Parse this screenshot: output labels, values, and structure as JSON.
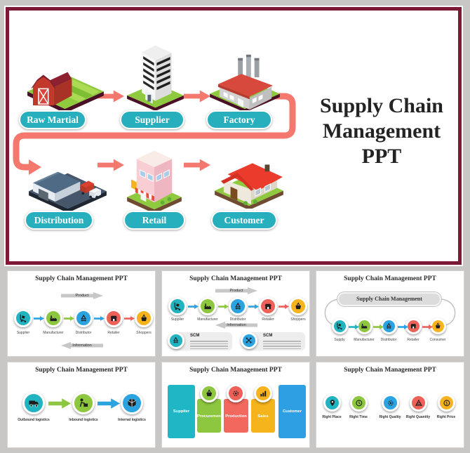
{
  "main": {
    "title_lines": [
      "Supply Chain",
      "Management",
      "PPT"
    ],
    "nodes": [
      {
        "label": "Raw Martial"
      },
      {
        "label": "Supplier"
      },
      {
        "label": "Factory"
      },
      {
        "label": "Distribution"
      },
      {
        "label": "Retail"
      },
      {
        "label": "Customer"
      }
    ]
  },
  "thumbnails": {
    "t1": {
      "title": "Supply Chain Management PPT",
      "product_arrow": "Product",
      "information_arrow": "Information",
      "steps": [
        {
          "label": "Supplier"
        },
        {
          "label": "Manufacturer"
        },
        {
          "label": "Distributor"
        },
        {
          "label": "Retailer"
        },
        {
          "label": "Shoppers"
        }
      ]
    },
    "t2": {
      "title": "Supply Chain Management PPT",
      "product_arrow": "Product",
      "information_arrow": "Information",
      "steps": [
        {
          "label": "Supplier"
        },
        {
          "label": "Manufacturer"
        },
        {
          "label": "Distributor"
        },
        {
          "label": "Retailer"
        },
        {
          "label": "Shoppers"
        }
      ],
      "cards": [
        {
          "title": "SCM"
        },
        {
          "title": "SCM"
        }
      ]
    },
    "t3": {
      "title": "Supply Chain Management PPT",
      "header": "Supply Chain Management",
      "steps": [
        {
          "label": "Supply"
        },
        {
          "label": "Manufacturer"
        },
        {
          "label": "Distributor"
        },
        {
          "label": "Retailer"
        },
        {
          "label": "Consumer"
        }
      ]
    },
    "t4": {
      "title": "Supply Chain Management PPT",
      "steps": [
        {
          "label": "Outbound logistics"
        },
        {
          "label": "Inbound logistics"
        },
        {
          "label": "Internal logistics"
        }
      ]
    },
    "t5": {
      "title": "Supply Chain Management PPT",
      "columns": [
        {
          "label": "Supplier"
        },
        {
          "label": "Procurement"
        },
        {
          "label": "Production"
        },
        {
          "label": "Sales"
        },
        {
          "label": "Customer"
        }
      ]
    },
    "t6": {
      "title": "Supply Chain Management PPT",
      "items": [
        {
          "label": "Right Place"
        },
        {
          "label": "Right Time"
        },
        {
          "label": "Right Quality"
        },
        {
          "label": "Right Quantity"
        },
        {
          "label": "Right Price"
        }
      ]
    }
  },
  "colors": {
    "frame_maroon": "#7d1935",
    "background_gray": "#c9c6c6",
    "pill_teal": "#27afbd",
    "arrow_salmon": "#f4786d",
    "step_teal": "#22b3c1",
    "step_green": "#8dc63f",
    "step_blue": "#2ba3e0",
    "step_red": "#ee6158",
    "step_yellow": "#f6b31d"
  },
  "icons": {
    "step1": "hand-truck-icon",
    "step2": "factory-icon",
    "step3": "recycle-icon",
    "step4": "store-icon",
    "step5": "basket-icon",
    "logistics": [
      "truck-icon",
      "worker-icon",
      "cube-icon"
    ],
    "rights": [
      "pin-icon",
      "time-icon",
      "gear-icon",
      "pyramid-icon",
      "money-icon"
    ]
  }
}
